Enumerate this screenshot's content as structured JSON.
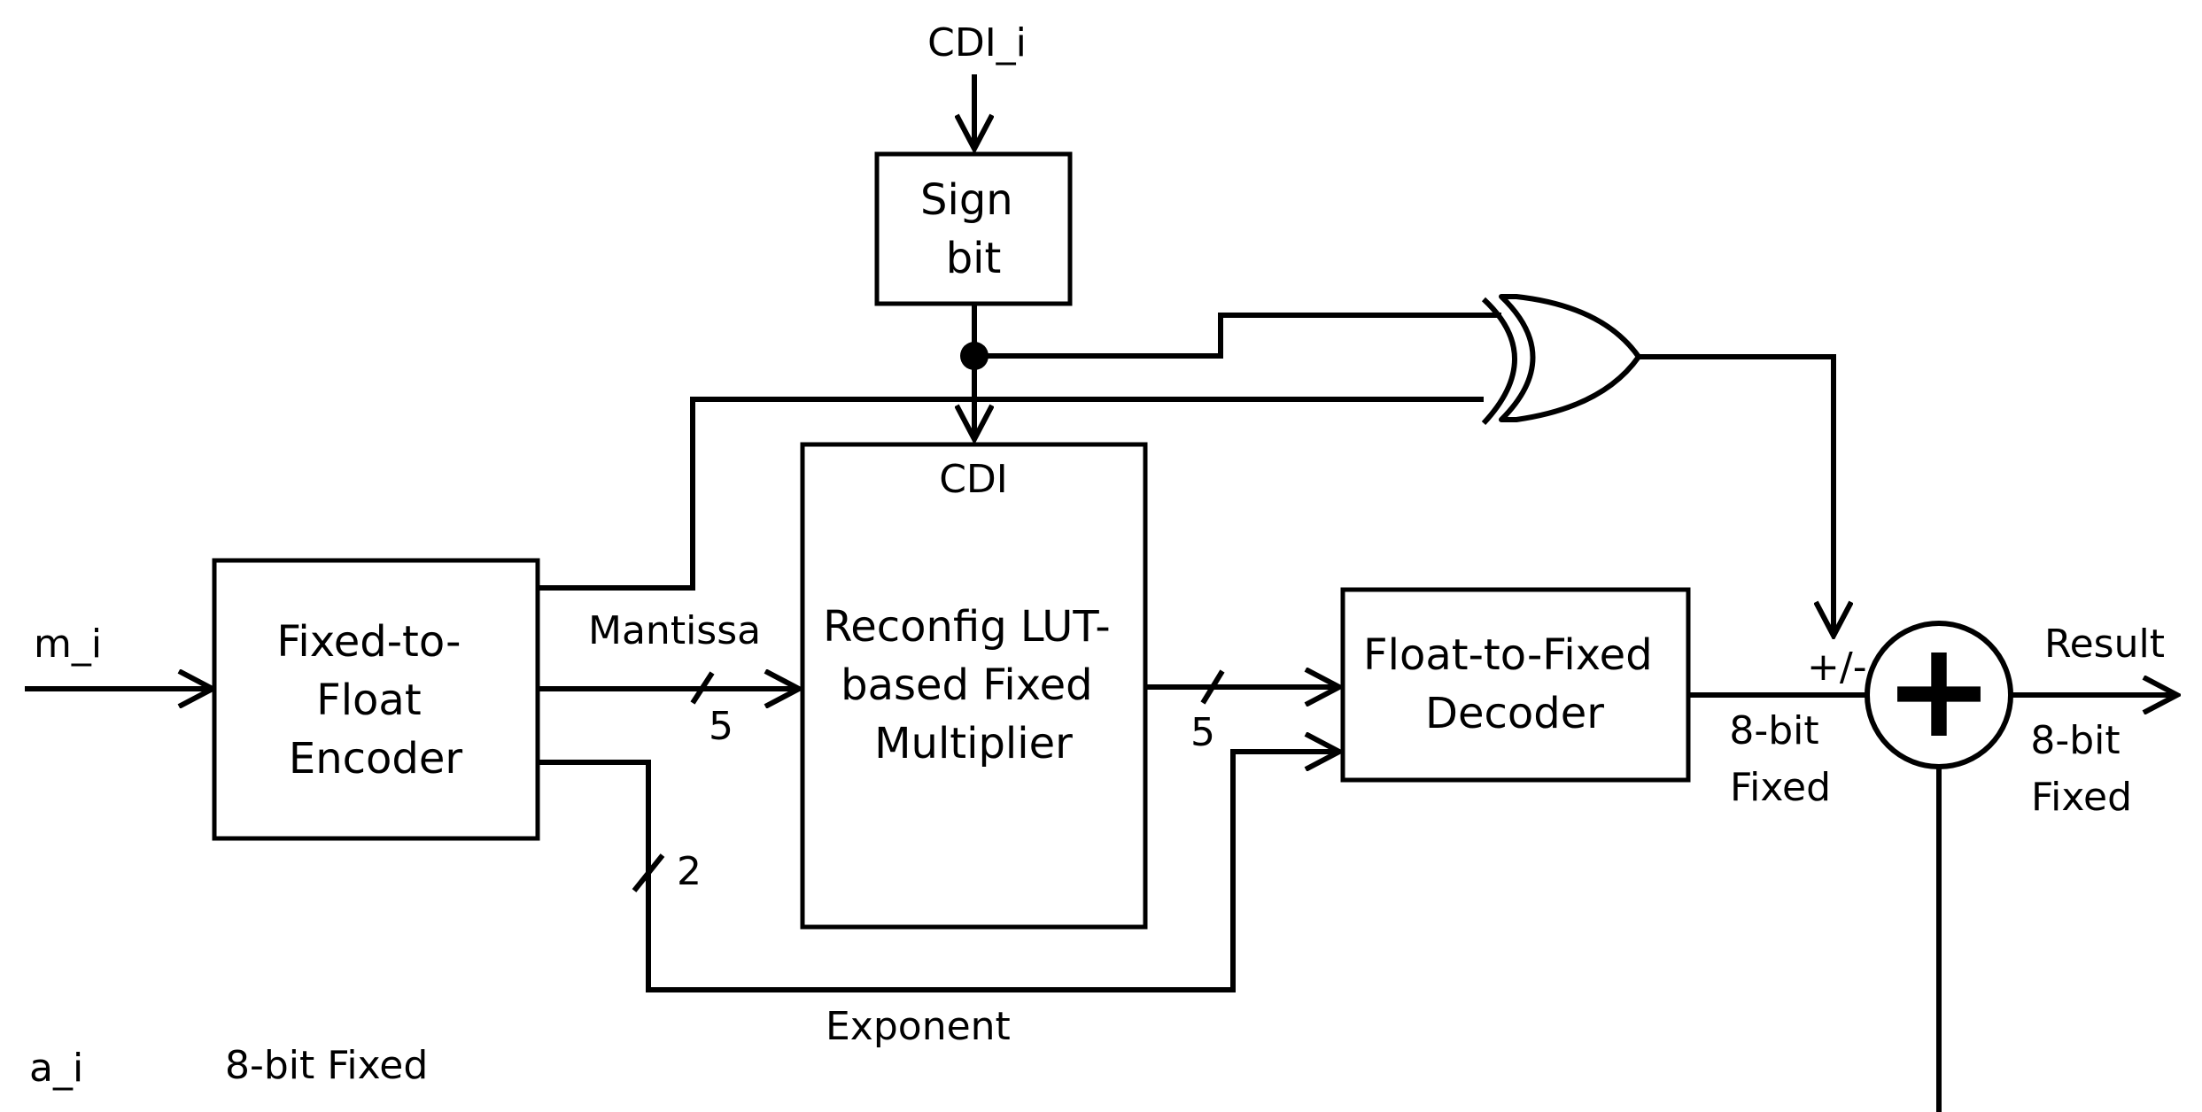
{
  "inputs": {
    "cdi": "CDI_i",
    "m": "m_i",
    "a": "a_i"
  },
  "blocks": {
    "sign_bit": [
      "Sign",
      "bit"
    ],
    "encoder": [
      "Fixed-to-",
      "Float",
      "Encoder"
    ],
    "multiplier": {
      "port": "CDI",
      "lines": [
        "Reconfig LUT-",
        "based Fixed",
        "Multiplier"
      ]
    },
    "decoder": [
      "Float-to-Fixed",
      "Decoder"
    ],
    "adder_symbol": "+"
  },
  "signals": {
    "mantissa": "Mantissa",
    "mantissa_width": "5",
    "mult_out_width": "5",
    "exponent": "Exponent",
    "exponent_width": "2",
    "sign_control": "+/-",
    "decoder_out": [
      "8-bit",
      "Fixed"
    ],
    "a_type": "8-bit Fixed",
    "result": "Result",
    "result_type": [
      "8-bit",
      "Fixed"
    ]
  }
}
